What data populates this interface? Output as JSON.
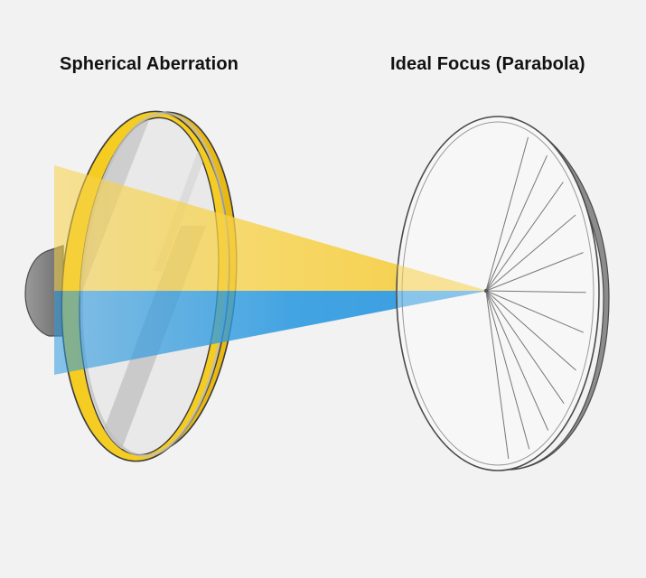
{
  "labels": {
    "left_title": "Spherical Aberration",
    "right_title": "Ideal Focus (Parabola)"
  },
  "colors": {
    "background": "#f2f2f2",
    "lens_rim": "#f2c81e",
    "lens_rim_edge": "#3a3a3a",
    "yellow_beam": "#f7d24a",
    "blue_beam": "#2f9be0",
    "mount": "#8a8a8a",
    "parabola_side": "#8c8c8c",
    "spokes": "#777777"
  },
  "icons": {
    "left_object": "lens-icon",
    "right_object": "parabolic-mirror-icon"
  },
  "spoke_count": 12
}
